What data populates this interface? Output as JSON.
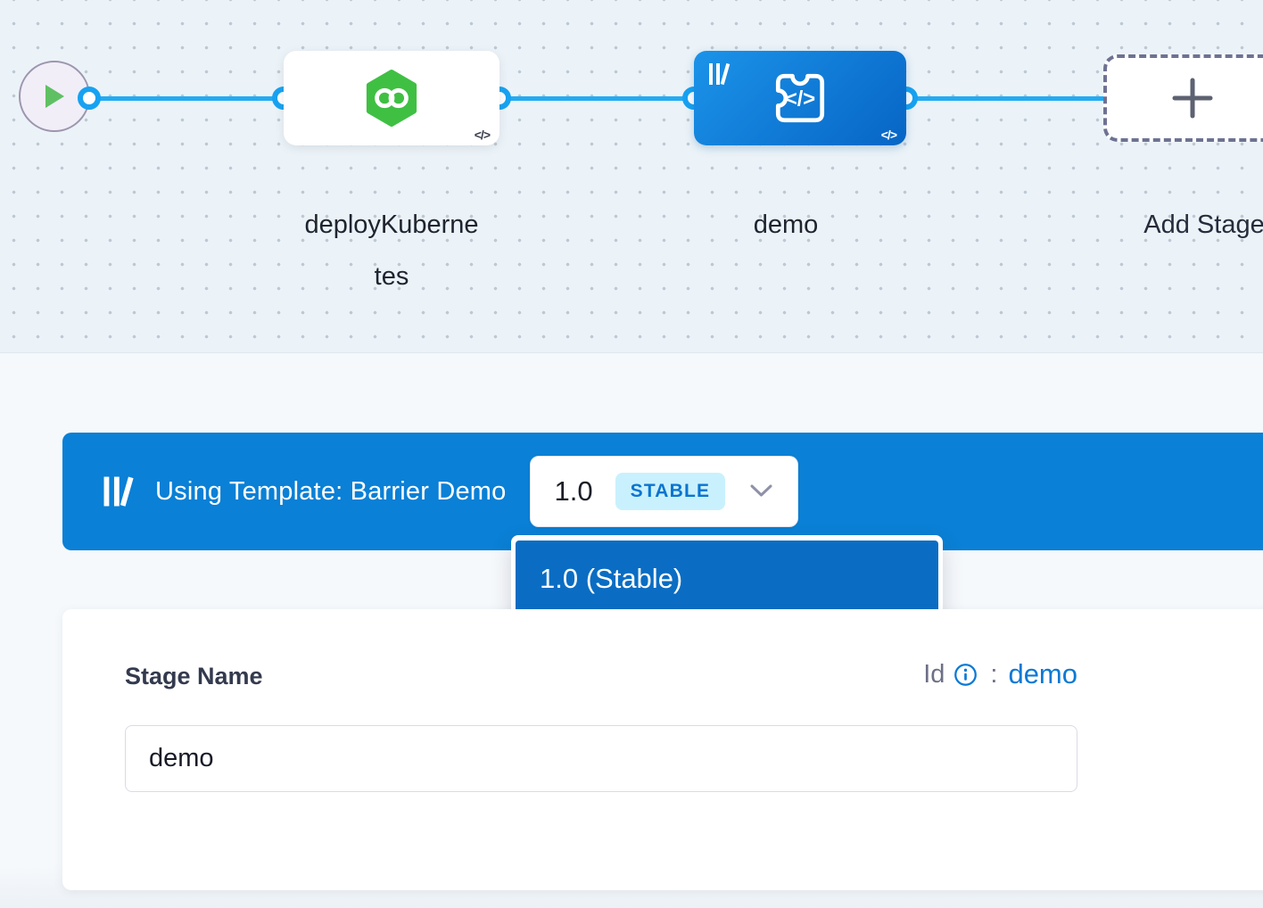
{
  "pipeline": {
    "stages": [
      {
        "name": "deployKubernetes",
        "type": "deployment-stage"
      },
      {
        "name": "demo",
        "type": "custom-stage-from-template"
      }
    ],
    "add_stage_label": "Add Stage",
    "code_badge": "</>"
  },
  "template_banner": {
    "label": "Using Template: Barrier Demo",
    "version": "1.0",
    "version_tag": "STABLE"
  },
  "version_dropdown": {
    "items": [
      {
        "label": "1.0 (Stable)"
      }
    ]
  },
  "stage_form": {
    "name_label": "Stage Name",
    "id_label": "Id",
    "id_separator": ":",
    "id_value": "demo",
    "name_value": "demo"
  },
  "colors": {
    "accent_blue": "#0a80d6",
    "edge_blue": "#23abf2",
    "stage_green": "#3fc043",
    "tag_bg": "#c9f1fd",
    "selected_item_blue": "#0a6dc3"
  }
}
